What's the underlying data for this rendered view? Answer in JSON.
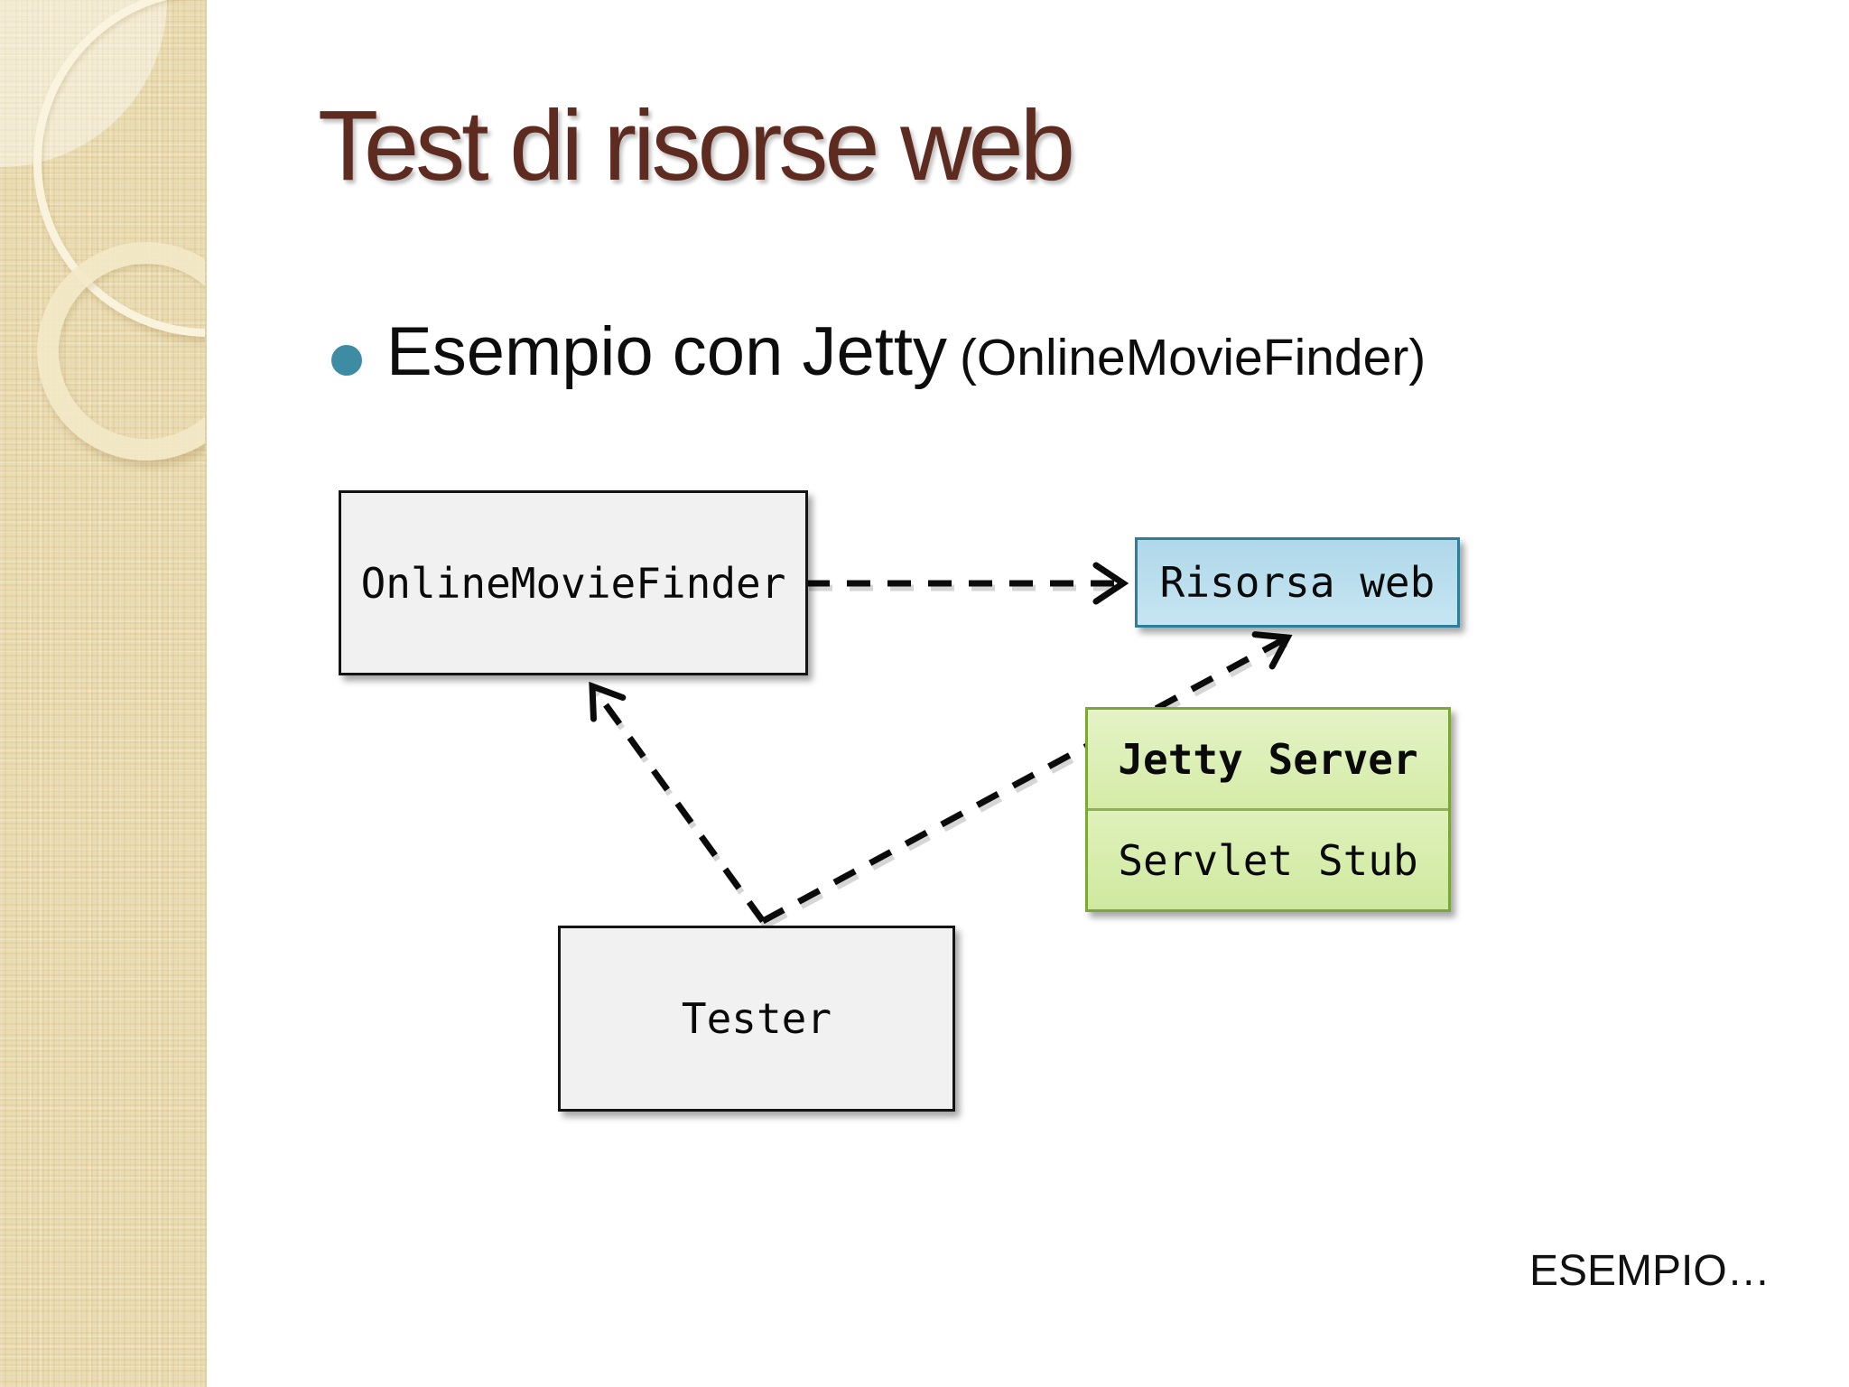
{
  "slide": {
    "title": "Test di risorse web",
    "bullet_main": "Esempio con Jetty",
    "bullet_paren": "(OnlineMovieFinder)",
    "footer": "ESEMPIO…"
  },
  "diagram": {
    "online_movie_finder_label": "OnlineMovieFinder",
    "risorsa_web_label": "Risorsa web",
    "jetty_server_label": "Jetty Server",
    "servlet_stub_label": "Servlet Stub",
    "tester_label": "Tester",
    "connections": [
      {
        "from": "OnlineMovieFinder",
        "to": "Risorsa web",
        "style": "dashed-arrow"
      },
      {
        "from": "Tester",
        "to": "OnlineMovieFinder",
        "style": "dashed-arrow"
      },
      {
        "from": "Tester",
        "to": "Risorsa web",
        "style": "dashed-arrow"
      }
    ]
  },
  "colors": {
    "title_text": "#5E2B20",
    "bullet_dot": "#3E8CA3",
    "sidebar_base": "#EBDDB2",
    "plain_box_fill": "#F2F1F2",
    "plain_box_border": "#141414",
    "web_box_fill": "#BCDFEE",
    "web_box_border": "#2F7E99",
    "server_box_fill": "#D9EEAF",
    "server_box_border": "#7CA63C",
    "connector": "#0B0B0B"
  }
}
